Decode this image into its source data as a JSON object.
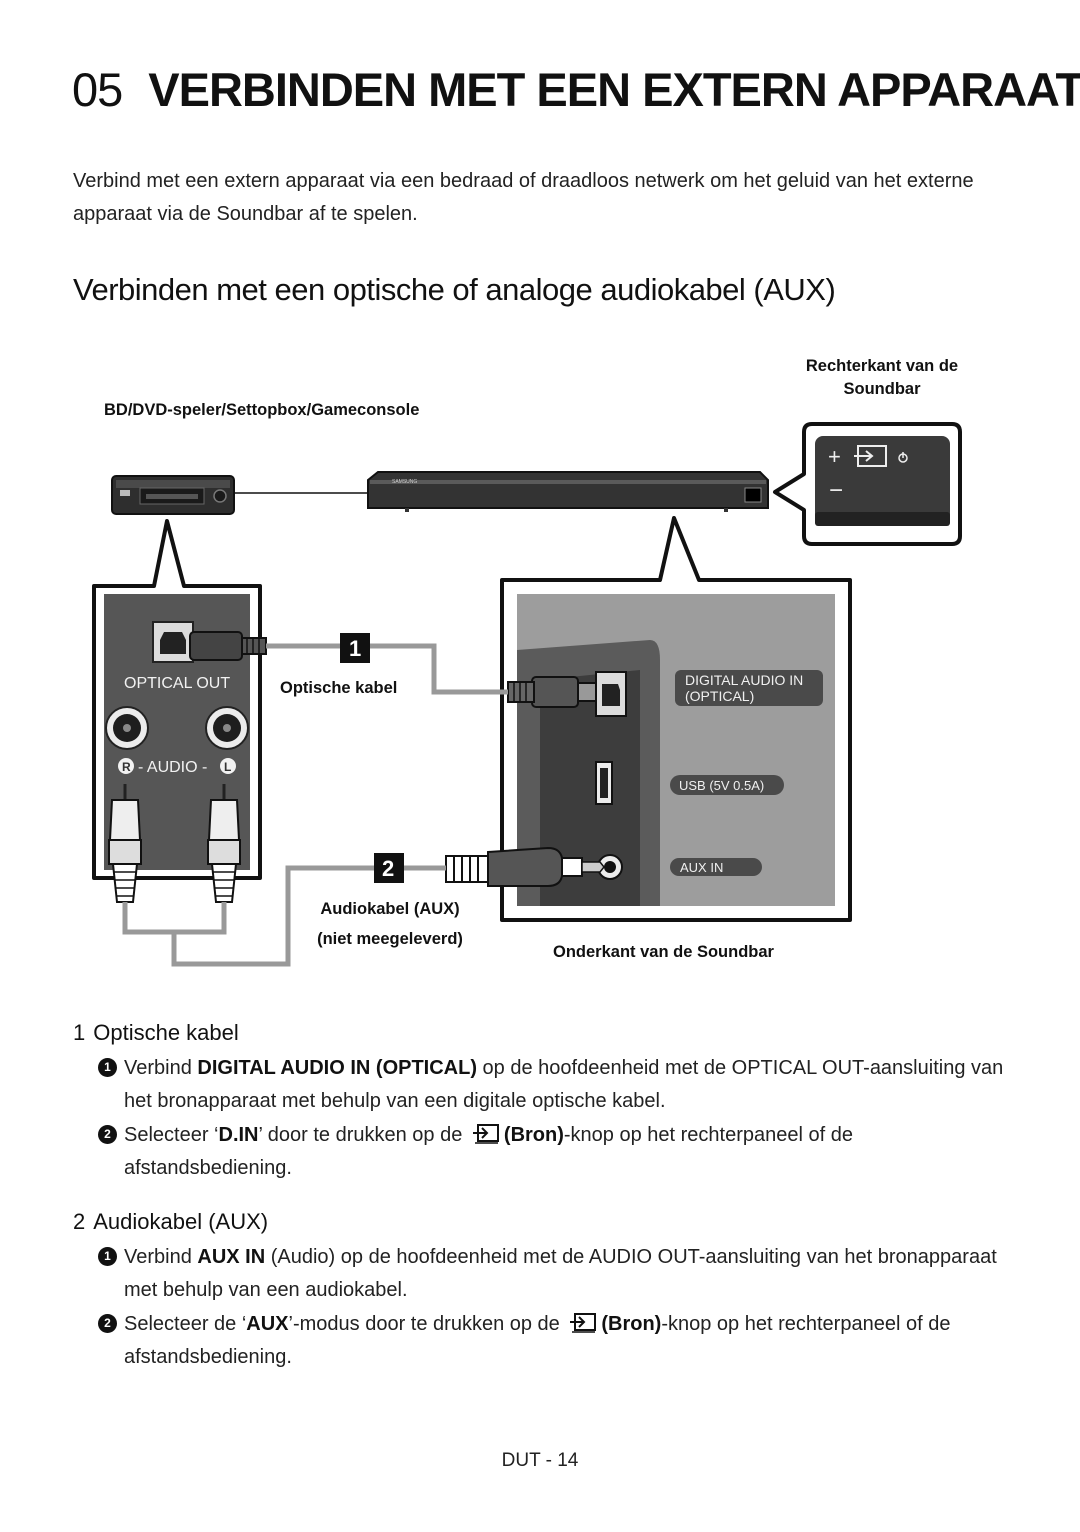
{
  "chapter": {
    "number": "05",
    "title": "VERBINDEN MET EEN EXTERN APPARAAT"
  },
  "intro": "Verbind met een extern apparaat via een bedraad of draadloos netwerk om het geluid van het externe apparaat via de Soundbar af te spelen.",
  "section_title": "Verbinden met een optische of analoge audiokabel (AUX)",
  "diagram": {
    "label_source_device": "BD/DVD-speler/Settopbox/Gameconsole",
    "label_right_side_line1": "Rechterkant van de",
    "label_right_side_line2": "Soundbar",
    "label_optical_cable": "Optische kabel",
    "label_aux_cable_line1": "Audiokabel (AUX)",
    "label_aux_cable_line2": "(niet meegeleverd)",
    "label_bottom": "Onderkant van de Soundbar",
    "port_optical_out": "OPTICAL OUT",
    "port_audio": "- AUDIO -",
    "port_audio_r": "R",
    "port_audio_l": "L",
    "port_digital_audio_line1": "DIGITAL AUDIO IN",
    "port_digital_audio_line2": "(OPTICAL)",
    "port_usb": "USB (5V 0.5A)",
    "port_aux_in": "AUX IN",
    "marker_1": "1",
    "marker_2": "2",
    "soundbar_brand": "SAMSUNG"
  },
  "items": [
    {
      "number": "1",
      "title": "Optische kabel",
      "steps": [
        {
          "bullet": "1",
          "p1": "Verbind ",
          "b1": "DIGITAL AUDIO IN (OPTICAL)",
          "p2": " op de hoofdeenheid met de OPTICAL OUT-aansluiting van het bronapparaat met behulp van een digitale optische kabel."
        },
        {
          "bullet": "2",
          "p1": "Selecteer ‘",
          "b1": "D.IN",
          "p2": "’ door te drukken op de ",
          "b2": "(Bron)",
          "p3": "-knop op het rechterpaneel of de afstandsbediening."
        }
      ]
    },
    {
      "number": "2",
      "title": "Audiokabel (AUX)",
      "steps": [
        {
          "bullet": "1",
          "p1": "Verbind ",
          "b1": "AUX IN",
          "p2": " (Audio) op de hoofdeenheid met de AUDIO OUT-aansluiting van het bronapparaat met behulp van een audiokabel."
        },
        {
          "bullet": "2",
          "p1": "Selecteer de ‘",
          "b1": "AUX",
          "p2": "’-modus door te drukken op de ",
          "b2": "(Bron)",
          "p3": "-knop op het rechterpaneel of de afstandsbediening."
        }
      ]
    }
  ],
  "footer": "DUT - 14"
}
